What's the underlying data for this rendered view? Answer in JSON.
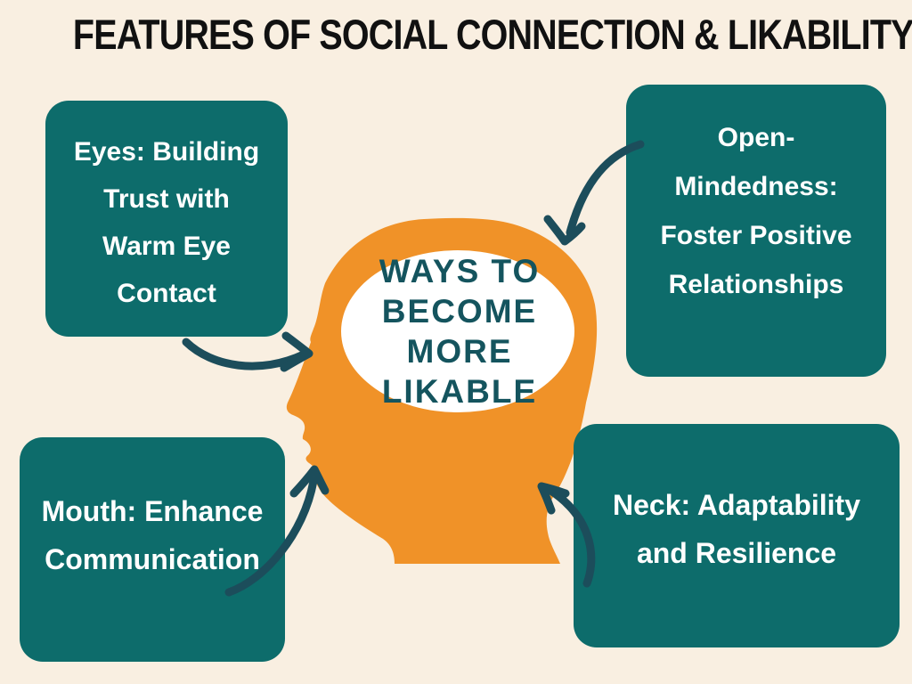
{
  "title": "FEATURES OF SOCIAL CONNECTION & LIKABILITY",
  "center": {
    "label": "WAYS TO\nBECOME\nMORE\nLIKABLE"
  },
  "callouts": {
    "eyes": {
      "label": "Eyes: Building\nTrust with\nWarm Eye\nContact"
    },
    "open_mindedness": {
      "label": "Open-\nMindedness:\nFoster Positive\nRelationships"
    },
    "mouth": {
      "label": "Mouth: Enhance\nCommunication"
    },
    "neck": {
      "label": "Neck: Adaptability\nand Resilience"
    }
  },
  "colors": {
    "bg": "#f9efe1",
    "teal": "#0d6c6b",
    "orange": "#f09228",
    "arrow": "#1c4d5b",
    "ink": "#111111",
    "box-text": "#ffffff",
    "brain-text": "#14545e"
  }
}
